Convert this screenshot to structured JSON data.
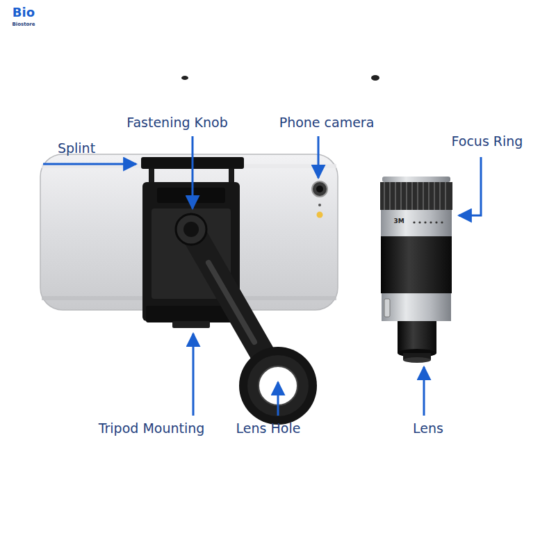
{
  "diagram": {
    "labels": [
      "Bio",
      "Biostore",
      "Splint",
      "Fastening Knob",
      "Phone camera",
      "Focus Ring",
      "3M",
      "Tripod Mounting",
      "Lens Hole",
      "Lens"
    ]
  }
}
